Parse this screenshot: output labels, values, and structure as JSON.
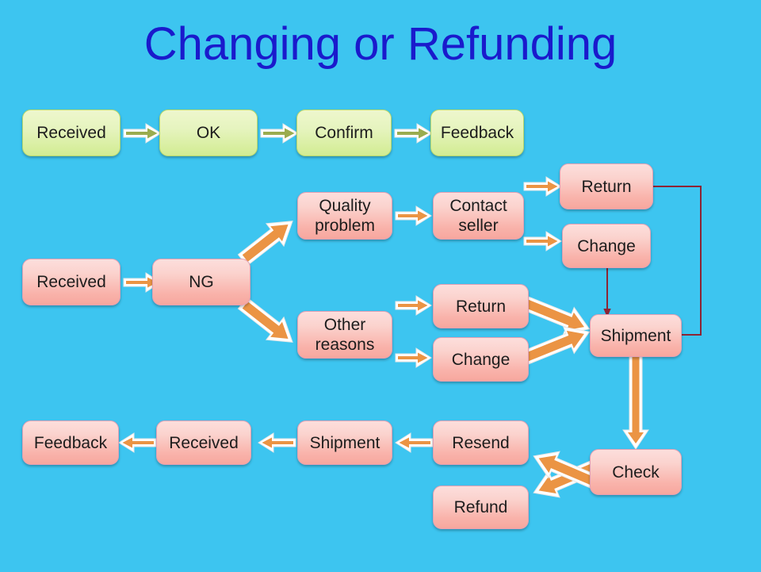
{
  "slide": {
    "title": "Changing or Refunding",
    "background_color": "#3dc5f0",
    "title_color": "#1a1acc"
  },
  "palette": {
    "green_box": "#dff0ab",
    "green_border": "#b7d86a",
    "green_arrow": "#9aac4f",
    "pink_box": "#fbc3bc",
    "pink_border": "#e2a0b4",
    "orange_arrow": "#eb9444",
    "arrow_outline": "#ffffff",
    "thin_line": "#8c2535"
  },
  "chart_data": {
    "type": "diagram",
    "title": "Changing or Refunding",
    "rows": [
      {
        "name": "accepted-flow",
        "style": "green",
        "nodes": [
          "Received",
          "OK",
          "Confirm",
          "Feedback"
        ]
      },
      {
        "name": "ng-flow",
        "style": "pink",
        "nodes": [
          "Received",
          "NG",
          "Quality problem",
          "Other reasons",
          "Contact seller",
          "Return",
          "Change",
          "Return",
          "Change",
          "Shipment"
        ]
      },
      {
        "name": "resolution-flow",
        "style": "pink",
        "nodes": [
          "Check",
          "Resend",
          "Refund",
          "Shipment",
          "Received",
          "Feedback"
        ]
      }
    ],
    "edges": [
      {
        "from": "Received",
        "to": "OK",
        "style": "green-block"
      },
      {
        "from": "OK",
        "to": "Confirm",
        "style": "green-block"
      },
      {
        "from": "Confirm",
        "to": "Feedback",
        "style": "green-block"
      },
      {
        "from": "Received",
        "to": "NG",
        "style": "orange-block"
      },
      {
        "from": "NG",
        "to": "Quality problem",
        "style": "orange-block-diagonal"
      },
      {
        "from": "NG",
        "to": "Other reasons",
        "style": "orange-block-diagonal"
      },
      {
        "from": "Quality problem",
        "to": "Contact seller",
        "style": "orange-block"
      },
      {
        "from": "Contact seller",
        "to": "Return",
        "style": "orange-block"
      },
      {
        "from": "Contact seller",
        "to": "Change",
        "style": "orange-block"
      },
      {
        "from": "Return",
        "to": "Shipment",
        "style": "thin-line"
      },
      {
        "from": "Change",
        "to": "Shipment",
        "style": "thin-line"
      },
      {
        "from": "Other reasons",
        "to": "Return",
        "style": "orange-block"
      },
      {
        "from": "Other reasons",
        "to": "Change",
        "style": "orange-block"
      },
      {
        "from": "Return",
        "to": "Shipment",
        "style": "orange-block-diagonal"
      },
      {
        "from": "Change",
        "to": "Shipment",
        "style": "orange-block-diagonal"
      },
      {
        "from": "Shipment",
        "to": "Check",
        "style": "orange-block-vertical"
      },
      {
        "from": "Check",
        "to": "Resend",
        "style": "orange-block-diagonal"
      },
      {
        "from": "Check",
        "to": "Refund",
        "style": "orange-block-diagonal"
      },
      {
        "from": "Resend",
        "to": "Shipment",
        "style": "orange-block"
      },
      {
        "from": "Shipment",
        "to": "Received",
        "style": "orange-block"
      },
      {
        "from": "Received",
        "to": "Feedback",
        "style": "orange-block"
      }
    ]
  },
  "nodes": {
    "green_received": "Received",
    "green_ok": "OK",
    "green_confirm": "Confirm",
    "green_feedback": "Feedback",
    "ng_received": "Received",
    "ng": "NG",
    "quality_problem_l1": "Quality",
    "quality_problem_l2": "problem",
    "other_reasons_l1": "Other",
    "other_reasons_l2": "reasons",
    "contact_seller_l1": "Contact",
    "contact_seller_l2": "seller",
    "return_top": "Return",
    "change_top": "Change",
    "return_mid": "Return",
    "change_mid": "Change",
    "shipment_right": "Shipment",
    "check": "Check",
    "resend": "Resend",
    "refund": "Refund",
    "bottom_shipment": "Shipment",
    "bottom_received": "Received",
    "bottom_feedback": "Feedback"
  }
}
